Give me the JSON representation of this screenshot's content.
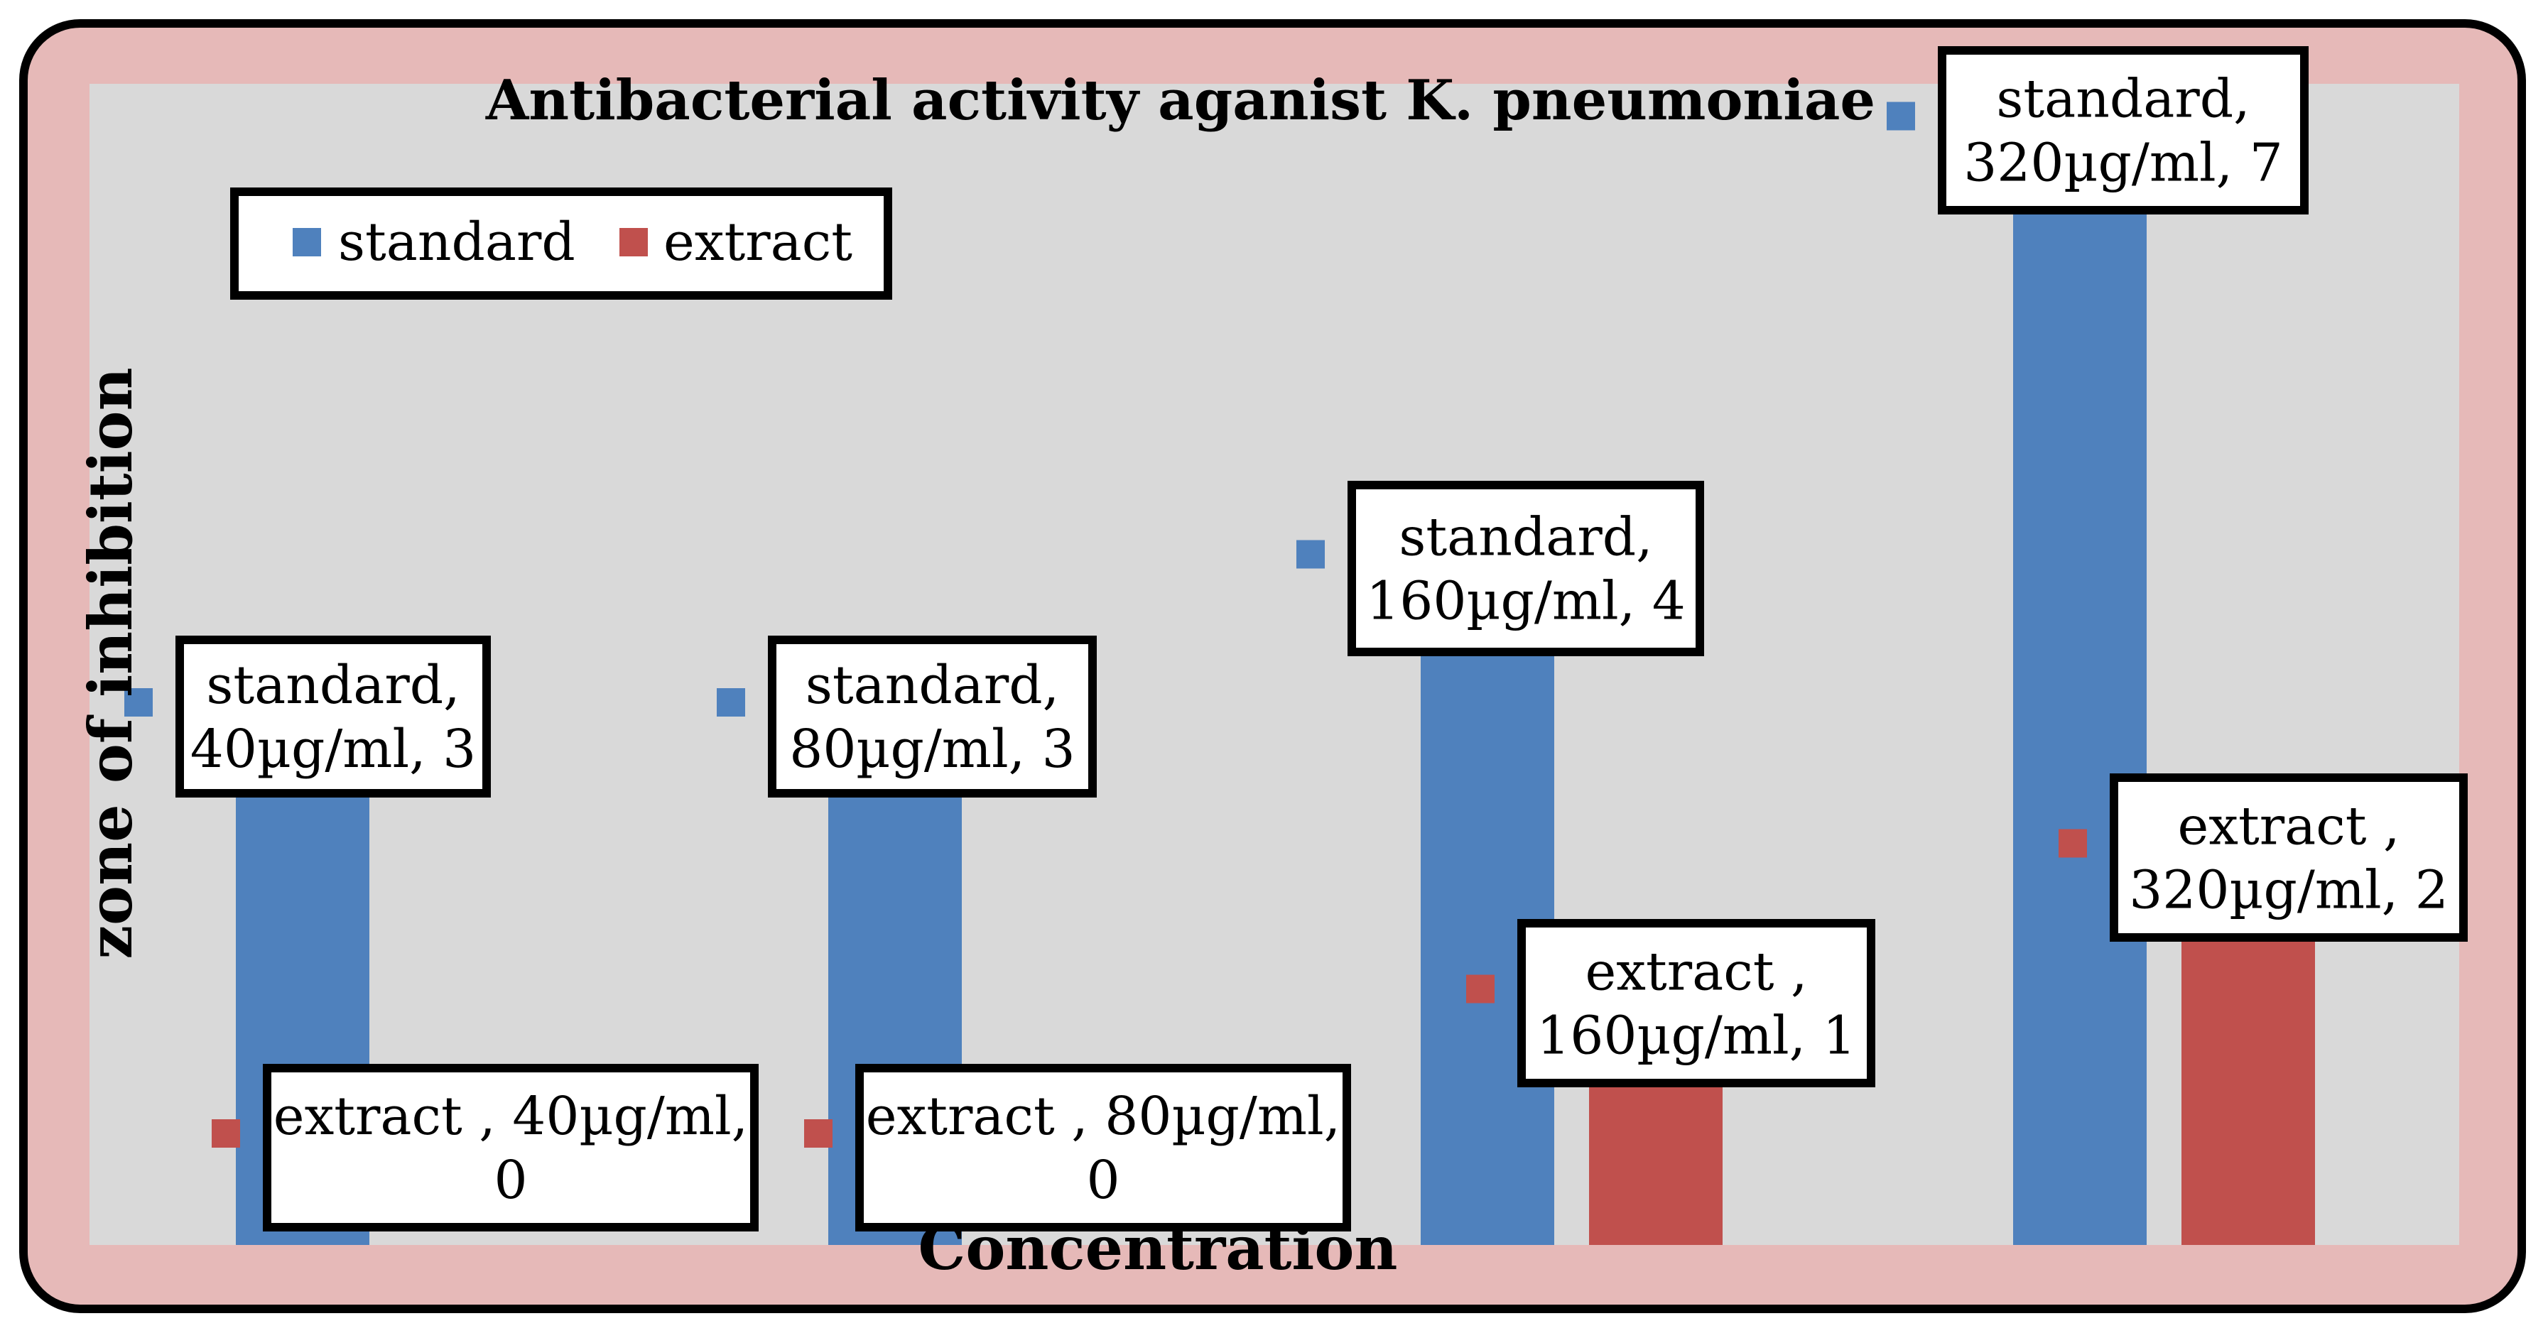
{
  "chart_data": {
    "type": "bar",
    "title": "Antibacterial activity aganist K. pneumoniae",
    "xlabel": "Concentration",
    "ylabel": "zone of inhibition",
    "categories": [
      "40µg/ml",
      "80µg/ml",
      "160µg/ml",
      "320µg/ml"
    ],
    "series": [
      {
        "name": "standard",
        "color": "#4F81BD",
        "values": [
          3,
          3,
          4,
          7
        ]
      },
      {
        "name": "extract",
        "color": "#C0504D",
        "values": [
          0,
          0,
          1,
          2
        ]
      }
    ],
    "ylim": [
      0,
      7.3
    ],
    "grid": false,
    "legend_position": "top-left",
    "data_labels": [
      [
        "standard,|40µg/ml, 3",
        "standard,|80µg/ml, 3",
        "standard,|160µg/ml, 4",
        "standard,|320µg/ml, 7"
      ],
      [
        "extract , 40µg/ml,|0",
        "extract , 80µg/ml,|0",
        "extract ,|160µg/ml, 1",
        "extract ,|320µg/ml, 2"
      ]
    ],
    "frame_color": "#E6B9B8",
    "plot_bg_color": "#D9D9D9"
  }
}
